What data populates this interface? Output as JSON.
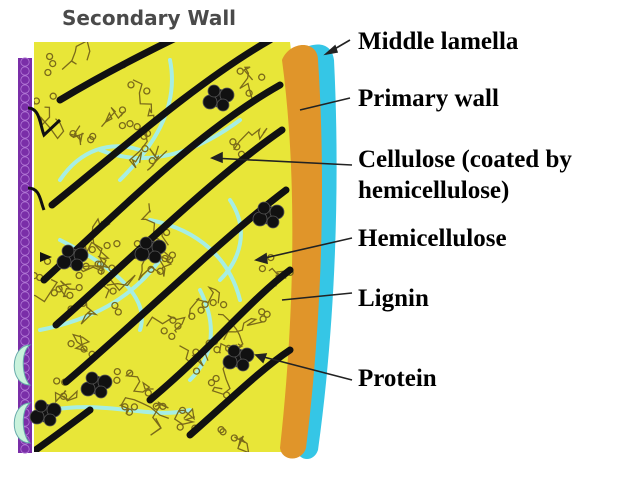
{
  "diagram": {
    "title": "Secondary Wall",
    "labels": {
      "middle_lamella": "Middle lamella",
      "primary_wall": "Primary wall",
      "cellulose_line1": "Cellulose (coated by",
      "cellulose_line2": "hemicellulose)",
      "hemicellulose": "Hemicellulose",
      "lignin": "Lignin",
      "protein": "Protein"
    },
    "colors": {
      "secondary_wall_fill": "#e8e638",
      "primary_wall": "#e0952a",
      "middle_lamella": "#35c6e6",
      "membrane": "#7a2ea8",
      "cellulose_fiber": "#111111",
      "hemicellulose_strand": "#a6eee4",
      "lignin_network": "#7a6a1a",
      "protein": "#111111",
      "label_text": "#000000"
    }
  }
}
